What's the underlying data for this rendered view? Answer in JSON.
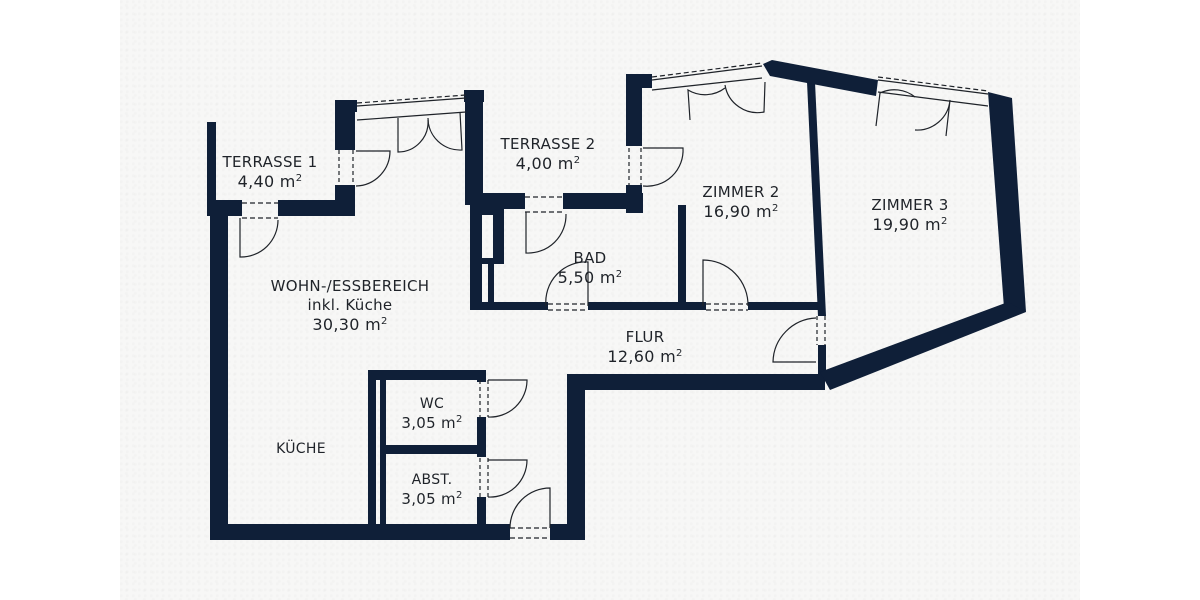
{
  "colors": {
    "wall": "#0f1f38",
    "paper": "#f7f7f6",
    "page": "#ffffff",
    "text": "#1f2329"
  },
  "unit_sup": "2",
  "rooms": [
    {
      "id": "terrasse1",
      "name": "TERRASSE 1",
      "area": "4,40 m"
    },
    {
      "id": "terrasse2",
      "name": "TERRASSE 2",
      "area": "4,00 m"
    },
    {
      "id": "zimmer2",
      "name": "ZIMMER 2",
      "area": "16,90 m"
    },
    {
      "id": "zimmer3",
      "name": "ZIMMER 3",
      "area": "19,90 m"
    },
    {
      "id": "bad",
      "name": "BAD",
      "area": "5,50 m"
    },
    {
      "id": "wohn",
      "name": "WOHN-/ESSBEREICH",
      "sub": "inkl. Küche",
      "area": "30,30 m"
    },
    {
      "id": "flur",
      "name": "FLUR",
      "area": "12,60 m"
    },
    {
      "id": "wc",
      "name": "WC",
      "area": "3,05 m"
    },
    {
      "id": "abst",
      "name": "ABST.",
      "area": "3,05 m"
    },
    {
      "id": "kueche",
      "name": "KÜCHE"
    }
  ]
}
